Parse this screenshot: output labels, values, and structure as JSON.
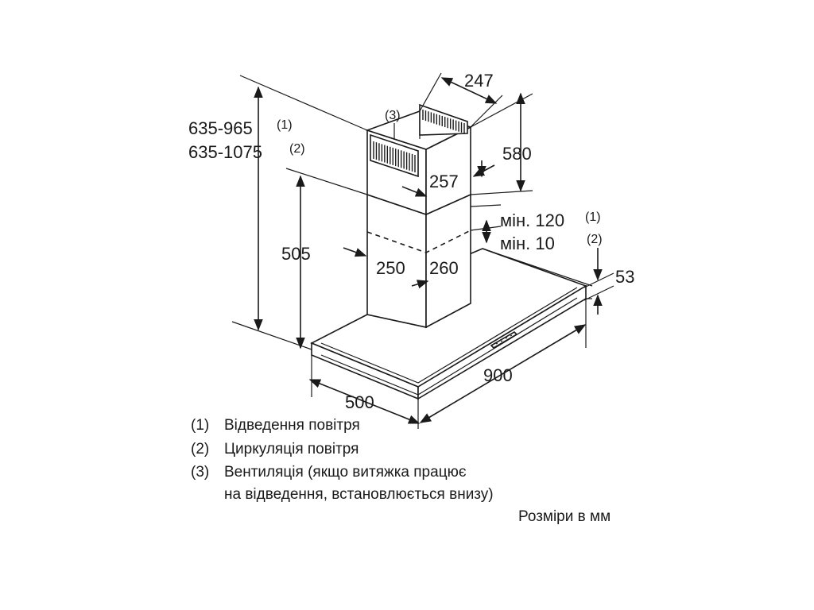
{
  "dimensions": {
    "total_height_extraction": "635-965",
    "total_height_extraction_note": "(1)",
    "total_height_recirculation": "635-1075",
    "total_height_recirculation_note": "(2)",
    "chimney_depth_top": "247",
    "upper_chimney_height": "580",
    "upper_chimney_width": "257",
    "lower_chimney_height": "505",
    "lower_chimney_width": "250",
    "lower_chimney_depth": "260",
    "ventilation_note": "(3)",
    "overlap_extraction": "мін. 120",
    "overlap_extraction_note": "(1)",
    "overlap_recirculation": "мін. 10",
    "overlap_recirculation_note": "(2)",
    "canopy_height": "53",
    "canopy_depth": "500",
    "canopy_width": "900"
  },
  "legend": {
    "item1_num": "(1)",
    "item1_text": "Відведення повітря",
    "item2_num": "(2)",
    "item2_text": "Циркуляція повітря",
    "item3_num": "(3)",
    "item3_text": "Вентиляція (якщо витяжка працює",
    "item3_text_line2": "на відведення, встановлюється внизу)",
    "units_note": "Розміри в мм"
  },
  "colors": {
    "line": "#1a1a1a",
    "background": "#ffffff"
  }
}
